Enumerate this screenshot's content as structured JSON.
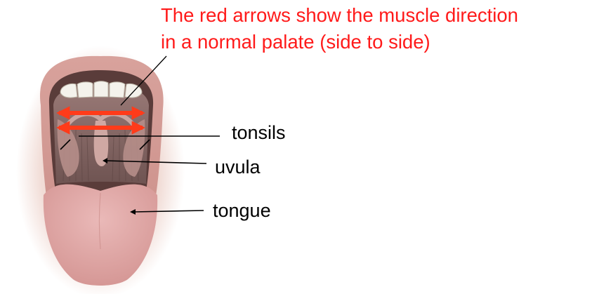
{
  "caption": {
    "line1": "The red arrows show the muscle direction",
    "line2": "in a normal palate (side to side)",
    "color": "#ff1a1a"
  },
  "labels": {
    "tonsils": "tonsils",
    "uvula": "uvula",
    "tongue": "tongue"
  },
  "colors": {
    "arrow_red": "#ff3b1a",
    "leader_line": "#000000",
    "lip": "#d99c96",
    "tongue": "#e3a7a7",
    "throat": "#8f6f6d",
    "teeth": "#f4f2ec"
  }
}
